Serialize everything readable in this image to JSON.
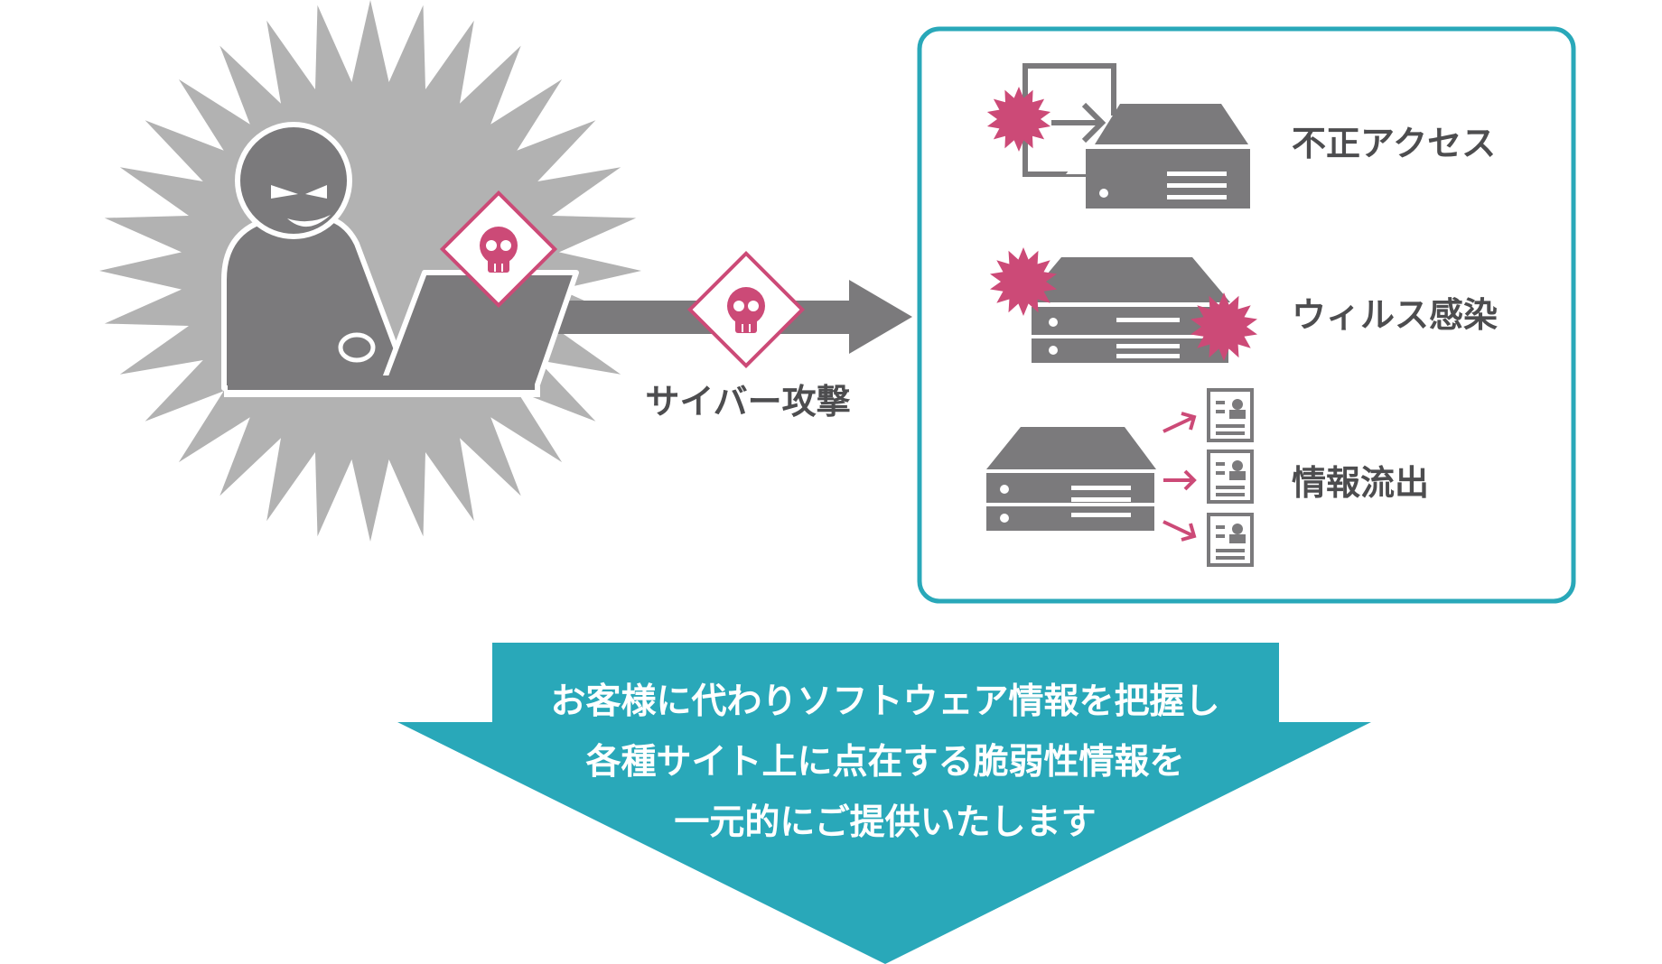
{
  "attack": {
    "label": "サイバー攻撃"
  },
  "threats": [
    {
      "label": "不正アクセス",
      "icon": "server-unauthorized-access-icon"
    },
    {
      "label": "ウィルス感染",
      "icon": "server-virus-icon"
    },
    {
      "label": "情報流出",
      "icon": "server-data-leak-icon"
    }
  ],
  "solution": {
    "lines": [
      "お客様に代わりソフトウェア情報を把握し",
      "各種サイト上に点在する脆弱性情報を",
      "一元的にご提供いたします"
    ]
  },
  "colors": {
    "dark_gray": "#7b7a7c",
    "light_gray": "#b2b2b2",
    "danger": "#cc4a77",
    "teal": "#29a8b9",
    "text": "#4d4d4f"
  }
}
